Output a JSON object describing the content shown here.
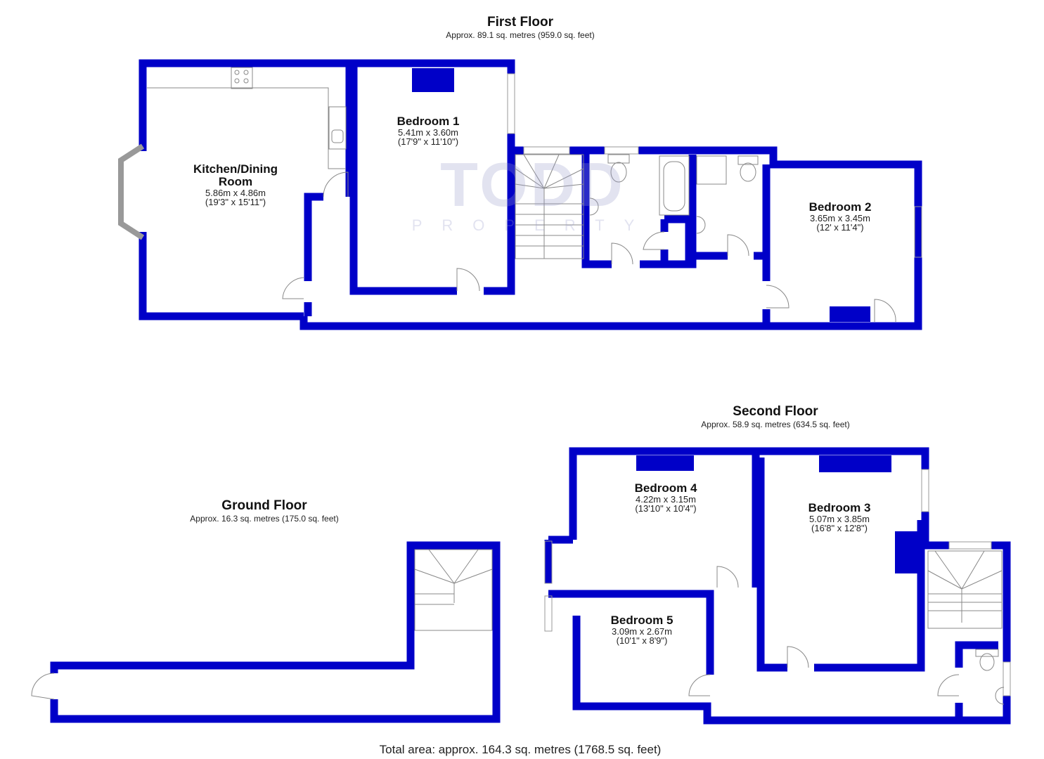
{
  "watermark": {
    "brand": "TODD",
    "sub": "PROPERTY"
  },
  "floors": [
    {
      "title": "First Floor",
      "area": "Approx. 89.1 sq. metres (959.0 sq. feet)",
      "rooms": [
        {
          "name": "Kitchen/Dining Room",
          "name_line1": "Kitchen/Dining",
          "name_line2": "Room",
          "metric": "5.86m x 4.86m",
          "imperial": "(19'3\" x 15'11\")"
        },
        {
          "name": "Bedroom 1",
          "metric": "5.41m x 3.60m",
          "imperial": "(17'9\" x 11'10\")"
        },
        {
          "name": "Bedroom 2",
          "metric": "3.65m x 3.45m",
          "imperial": "(12' x 11'4\")"
        }
      ]
    },
    {
      "title": "Second Floor",
      "area": "Approx. 58.9 sq. metres (634.5 sq. feet)",
      "rooms": [
        {
          "name": "Bedroom 4",
          "metric": "4.22m x 3.15m",
          "imperial": "(13'10\" x 10'4\")"
        },
        {
          "name": "Bedroom 3",
          "metric": "5.07m x 3.85m",
          "imperial": "(16'8\" x 12'8\")"
        },
        {
          "name": "Bedroom 5",
          "metric": "3.09m x 2.67m",
          "imperial": "(10'1\" x 8'9\")"
        }
      ]
    },
    {
      "title": "Ground Floor",
      "area": "Approx. 16.3 sq. metres (175.0 sq. feet)",
      "rooms": []
    }
  ],
  "total_area": "Total area: approx. 164.3 sq. metres (1768.5 sq. feet)",
  "colors": {
    "wall": "#0000c8",
    "fixture": "#888888",
    "background": "#ffffff"
  }
}
